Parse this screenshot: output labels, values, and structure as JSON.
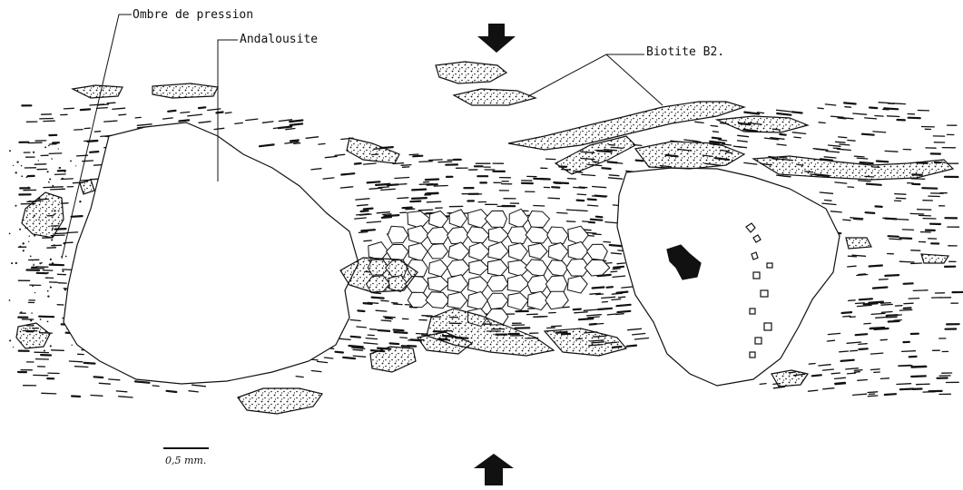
{
  "labels": {
    "pressure_shadow": "Ombre de pression",
    "andalusite": "Andalousite",
    "biotite": "Biotite B2.",
    "scale": "0,5 mm."
  },
  "colors": {
    "ink": "#111111",
    "paper": "#ffffff"
  }
}
